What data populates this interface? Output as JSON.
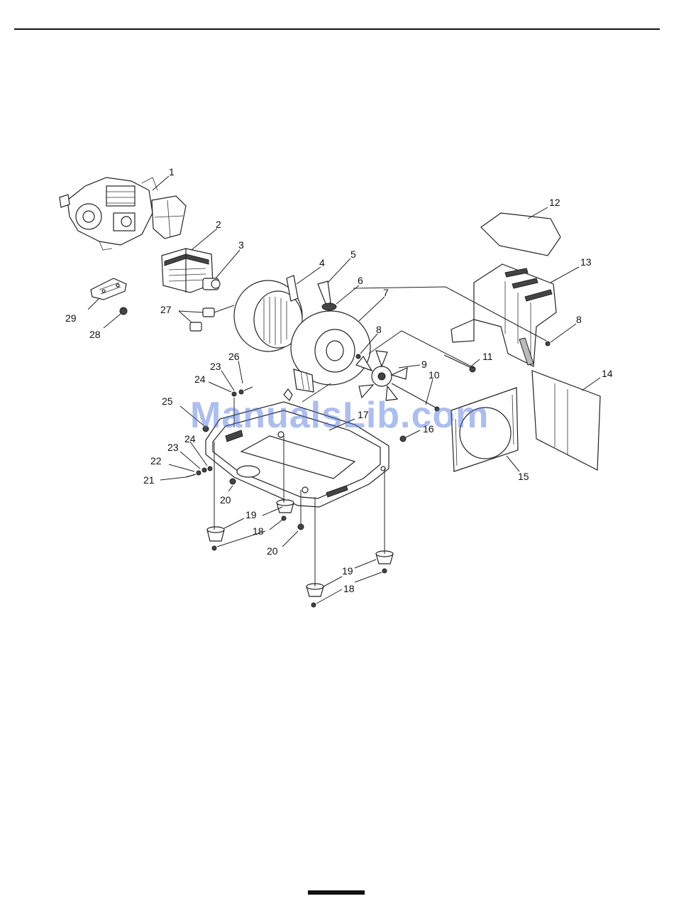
{
  "watermark": "ManualsLib.com",
  "callouts": [
    {
      "id": "c1",
      "text": "1"
    },
    {
      "id": "c2",
      "text": "2"
    },
    {
      "id": "c3",
      "text": "3"
    },
    {
      "id": "c4",
      "text": "4"
    },
    {
      "id": "c5",
      "text": "5"
    },
    {
      "id": "c6",
      "text": "6"
    },
    {
      "id": "c7",
      "text": "7"
    },
    {
      "id": "c8a",
      "text": "8"
    },
    {
      "id": "c8b",
      "text": "8"
    },
    {
      "id": "c9",
      "text": "9"
    },
    {
      "id": "c10",
      "text": "10"
    },
    {
      "id": "c11",
      "text": "11"
    },
    {
      "id": "c12",
      "text": "12"
    },
    {
      "id": "c13",
      "text": "13"
    },
    {
      "id": "c14",
      "text": "14"
    },
    {
      "id": "c15",
      "text": "15"
    },
    {
      "id": "c16",
      "text": "16"
    },
    {
      "id": "c17",
      "text": "17"
    },
    {
      "id": "c18a",
      "text": "18"
    },
    {
      "id": "c18b",
      "text": "18"
    },
    {
      "id": "c19a",
      "text": "19"
    },
    {
      "id": "c19b",
      "text": "19"
    },
    {
      "id": "c20a",
      "text": "20"
    },
    {
      "id": "c20b",
      "text": "20"
    },
    {
      "id": "c21",
      "text": "21"
    },
    {
      "id": "c22",
      "text": "22"
    },
    {
      "id": "c23a",
      "text": "23"
    },
    {
      "id": "c23b",
      "text": "23"
    },
    {
      "id": "c24a",
      "text": "24"
    },
    {
      "id": "c24b",
      "text": "24"
    },
    {
      "id": "c25",
      "text": "25"
    },
    {
      "id": "c26",
      "text": "26"
    },
    {
      "id": "c27",
      "text": "27"
    },
    {
      "id": "c28",
      "text": "28"
    },
    {
      "id": "c29",
      "text": "29"
    }
  ]
}
